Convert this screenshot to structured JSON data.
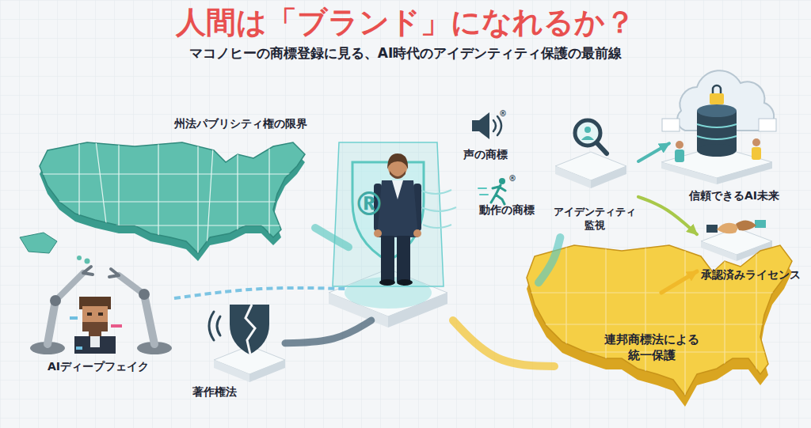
{
  "diagram": {
    "title": "人間は「ブランド」になれるか？",
    "nodes": [
      {
        "text": [
          "州法パブリシティ権の限界"
        ]
      },
      {
        "text": [
          "AIディープフェイク"
        ]
      },
      {
        "text": [
          "著作権法"
        ]
      },
      {
        "text": [
          "声の商標",
          "動作の商標"
        ]
      },
      {
        "text": [
          "アイデンティティ 監視"
        ]
      },
      {
        "text": [
          "信頼できるAI未来"
        ]
      },
      {
        "text": [
          "承認済みライセンス"
        ]
      },
      {
        "text": [
          "連邦商標法による 統一保護"
        ]
      }
    ],
    "edges": [
      {
        "from": 0,
        "to": 3,
        "arrow": "none"
      },
      {
        "from": 1,
        "to": 3,
        "arrow": "none"
      },
      {
        "from": 2,
        "to": 3,
        "arrow": "none"
      },
      {
        "from": 3,
        "to": 4,
        "arrow": "none"
      },
      {
        "from": 3,
        "to": 7,
        "arrow": "none"
      },
      {
        "from": 4,
        "to": 5,
        "arrow": "to"
      },
      {
        "from": 4,
        "to": 6,
        "arrow": "to"
      },
      {
        "from": 7,
        "to": 6,
        "arrow": "to"
      }
    ],
    "labels": [
      "マコノヒーの商標登録に見る、AI時代のアイデンティティ保護の最前線",
      "®",
      "®",
      "®"
    ]
  }
}
